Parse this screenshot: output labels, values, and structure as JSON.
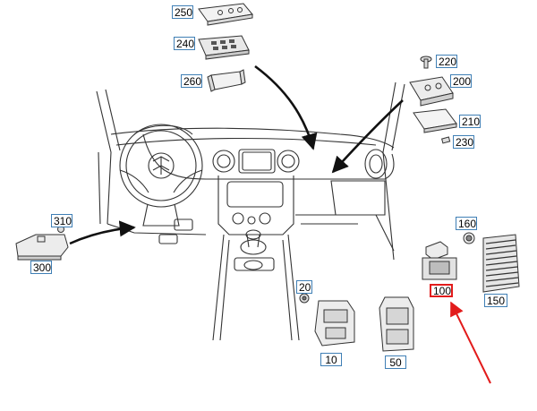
{
  "colors": {
    "callout_border": "#3f7fb5",
    "highlight": "#e21b1b",
    "line": "#222222",
    "background": "#ffffff"
  },
  "callouts": {
    "c250": "250",
    "c240": "240",
    "c260": "260",
    "c220": "220",
    "c200": "200",
    "c210": "210",
    "c230": "230",
    "c310": "310",
    "c300": "300",
    "c160": "160",
    "c100": "100",
    "c150": "150",
    "c20": "20",
    "c10": "10",
    "c50": "50"
  },
  "highlighted_callout": "100"
}
